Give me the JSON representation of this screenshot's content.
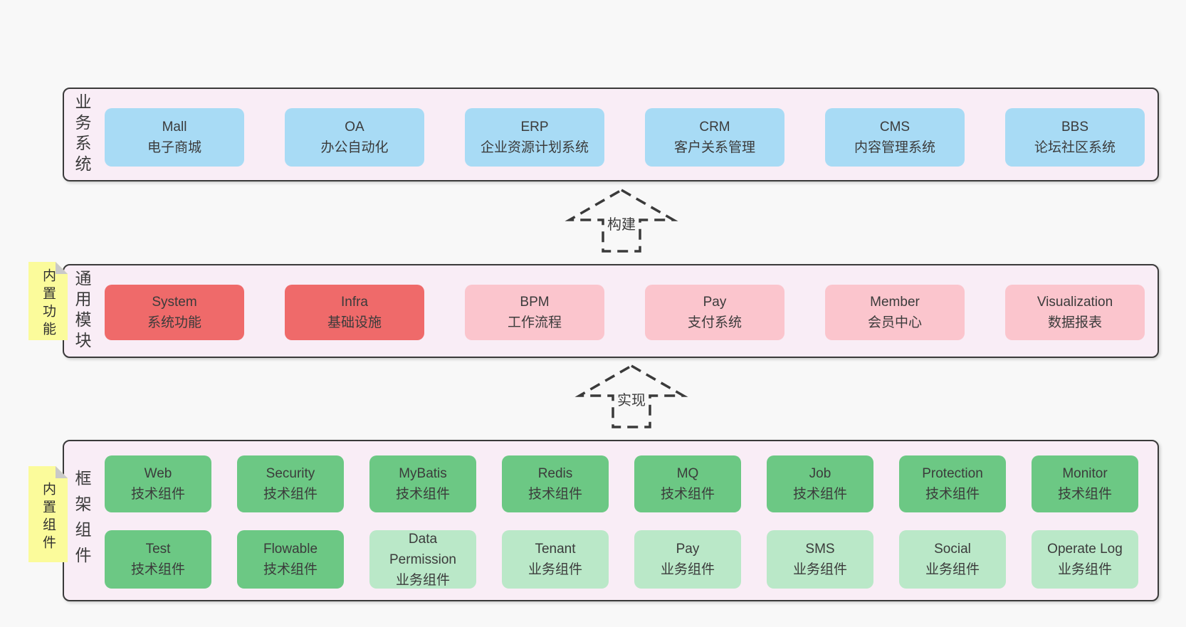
{
  "colors": {
    "page_bg": "#f8f8f8",
    "band_bg": "#f9edf6",
    "band_border": "#3a3a3a",
    "box_blue": "#a8dbf5",
    "box_red": "#ef6a6a",
    "box_pink": "#fbc5cd",
    "box_green_dark": "#6cc884",
    "box_green_light": "#bae8c8",
    "note_yellow": "#fbfb9b",
    "note_fold_gray": "#c9c9c9",
    "text": "#3b3b3b"
  },
  "arrows": [
    {
      "label": "构建"
    },
    {
      "label": "实现"
    }
  ],
  "bands": [
    {
      "label": "业务系统",
      "boxes": [
        {
          "en": "Mall",
          "zh": "电子商城"
        },
        {
          "en": "OA",
          "zh": "办公自动化"
        },
        {
          "en": "ERP",
          "zh": "企业资源计划系统"
        },
        {
          "en": "CRM",
          "zh": "客户关系管理"
        },
        {
          "en": "CMS",
          "zh": "内容管理系统"
        },
        {
          "en": "BBS",
          "zh": "论坛社区系统"
        }
      ]
    },
    {
      "label": "通用模块",
      "note": "内置功能",
      "boxes": [
        {
          "en": "System",
          "zh": "系统功能"
        },
        {
          "en": "Infra",
          "zh": "基础设施"
        },
        {
          "en": "BPM",
          "zh": "工作流程"
        },
        {
          "en": "Pay",
          "zh": "支付系统"
        },
        {
          "en": "Member",
          "zh": "会员中心"
        },
        {
          "en": "Visualization",
          "zh": "数据报表"
        }
      ]
    },
    {
      "label": "框架组件",
      "note": "内置组件",
      "row1": [
        {
          "en": "Web",
          "zh": "技术组件"
        },
        {
          "en": "Security",
          "zh": "技术组件"
        },
        {
          "en": "MyBatis",
          "zh": "技术组件"
        },
        {
          "en": "Redis",
          "zh": "技术组件"
        },
        {
          "en": "MQ",
          "zh": "技术组件"
        },
        {
          "en": "Job",
          "zh": "技术组件"
        },
        {
          "en": "Protection",
          "zh": "技术组件"
        },
        {
          "en": "Monitor",
          "zh": "技术组件"
        }
      ],
      "row2": [
        {
          "en": "Test",
          "zh": "技术组件"
        },
        {
          "en": "Flowable",
          "zh": "技术组件"
        },
        {
          "en": "Data Permission",
          "zh": "业务组件"
        },
        {
          "en": "Tenant",
          "zh": "业务组件"
        },
        {
          "en": "Pay",
          "zh": "业务组件"
        },
        {
          "en": "SMS",
          "zh": "业务组件"
        },
        {
          "en": "Social",
          "zh": "业务组件"
        },
        {
          "en": "Operate Log",
          "zh": "业务组件"
        }
      ]
    }
  ]
}
